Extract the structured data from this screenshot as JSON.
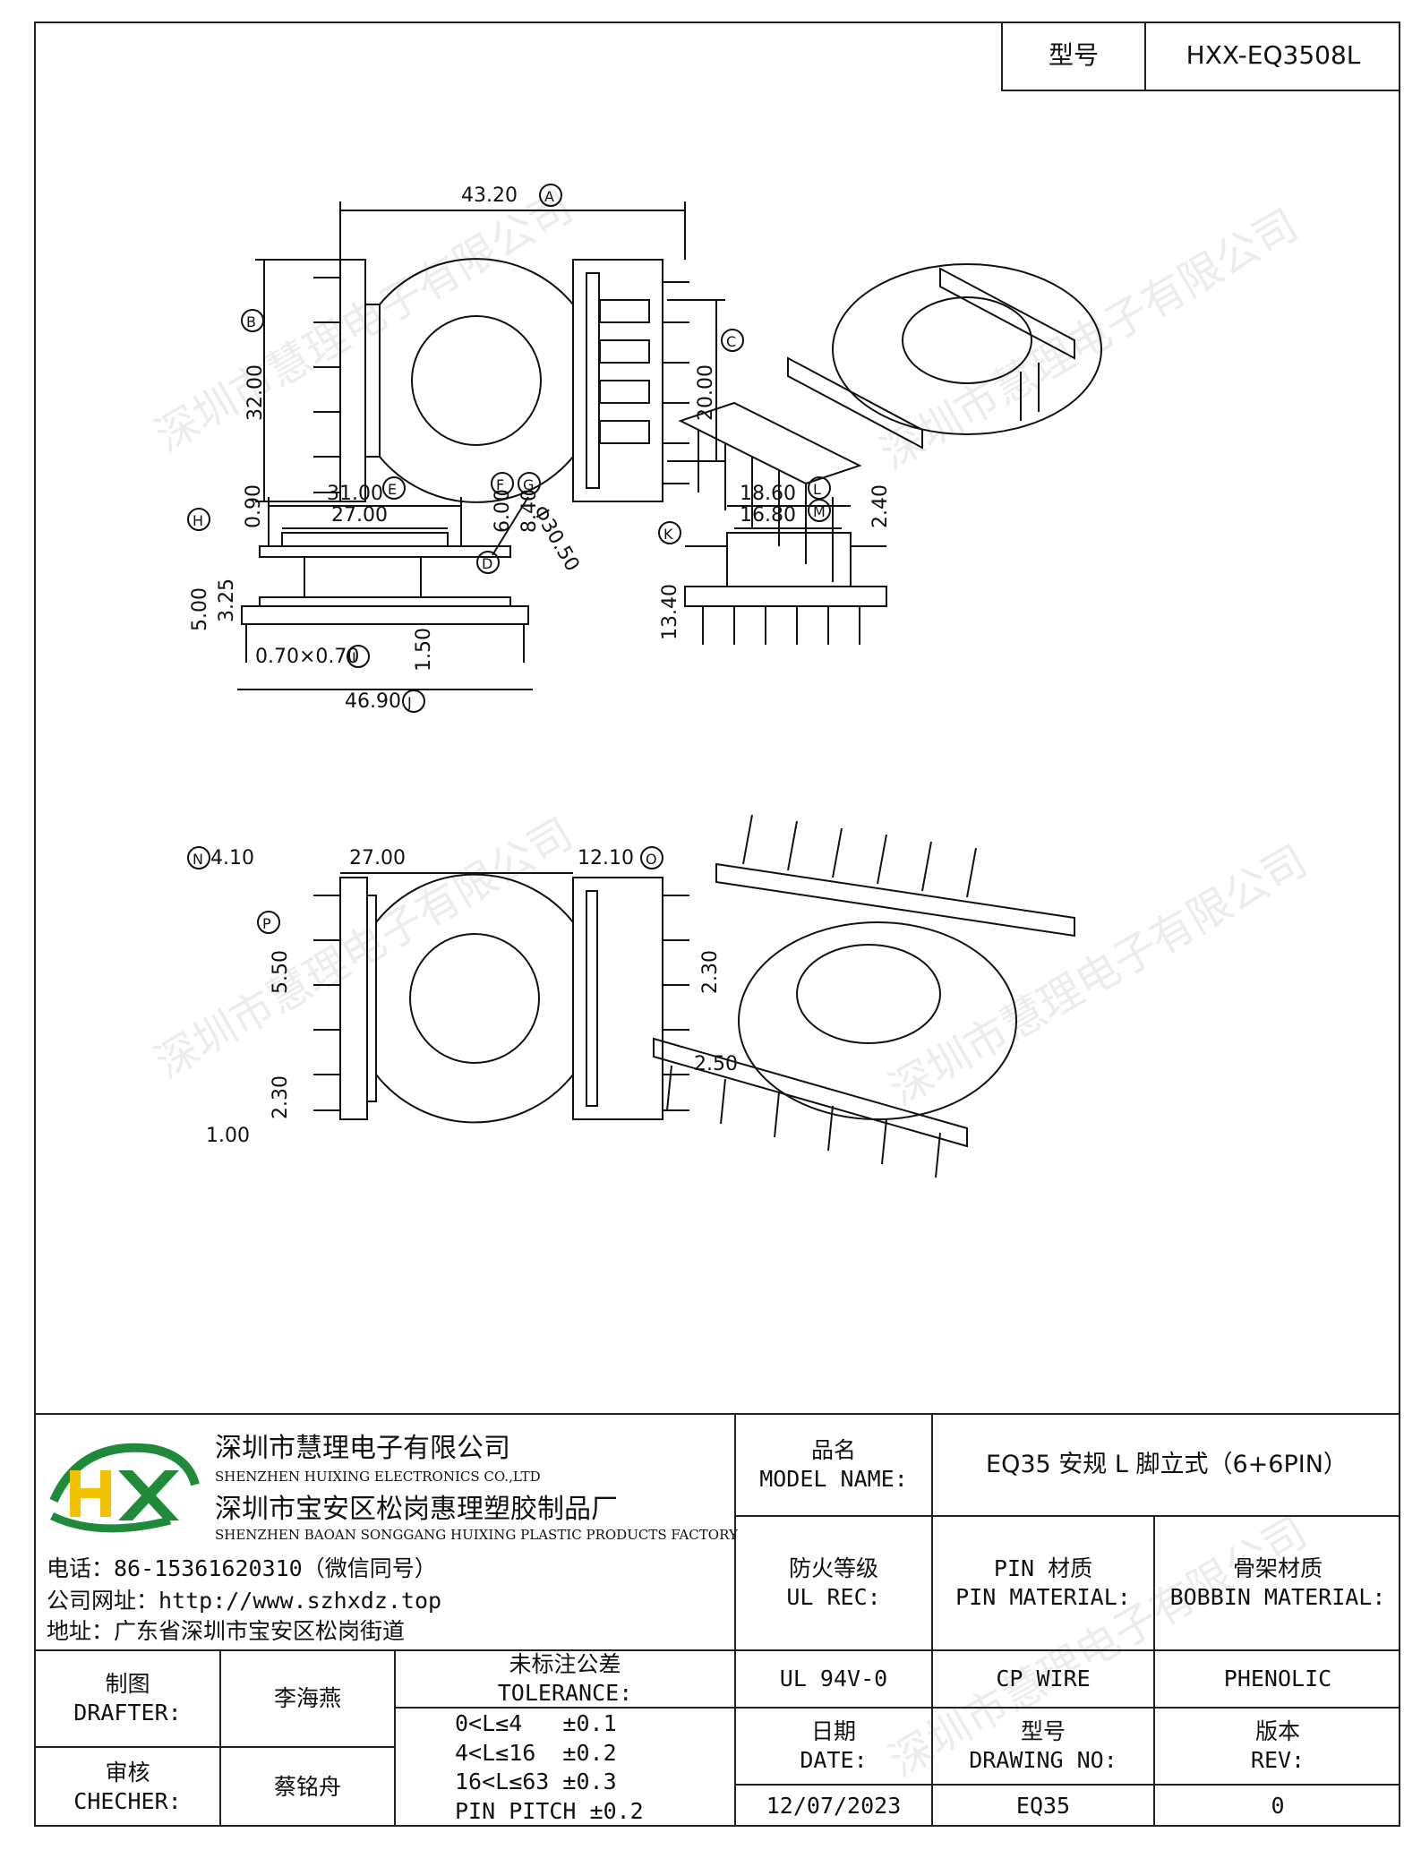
{
  "header": {
    "model_label": "型号",
    "model_value": "HXX-EQ3508L"
  },
  "dimensions": {
    "a": "43.20",
    "a_tag": "A",
    "b": "32.00",
    "b_tag": "B",
    "c": "20.00",
    "c_tag": "C",
    "d": "Φ30.50",
    "d_tag": "D",
    "e": "31.00",
    "e_tag": "E",
    "e_inner": "27.00",
    "f": "6.00",
    "f_tag": "F",
    "g": "8.40",
    "g_tag": "G",
    "h": "5.00",
    "h_tag": "H",
    "h_inner": "3.25",
    "top_gap": "0.90",
    "i": "0.70×0.70",
    "i_tag": "I",
    "i_height": "1.50",
    "j": "46.90",
    "j_tag": "J",
    "k": "13.40",
    "k_tag": "K",
    "l": "18.60",
    "l_tag": "L",
    "m": "16.80",
    "m_tag": "M",
    "side_top": "2.40",
    "n": "4.10",
    "n_tag": "N",
    "bottom_mid": "27.00",
    "o": "12.10",
    "o_tag": "O",
    "p": "5.50",
    "p_tag": "P",
    "pitch_right": "2.30",
    "pin_right": "2.50",
    "pitch_left": "2.30",
    "pin_left": "1.00"
  },
  "watermark": "深圳市慧理电子有限公司",
  "company": {
    "logo_letters": "HX",
    "name_cn": "深圳市慧理电子有限公司",
    "name_en": "SHENZHEN HUIXING ELECTRONICS CO.,LTD",
    "factory_cn": "深圳市宝安区松岗惠理塑胶制品厂",
    "factory_en": "SHENZHEN BAOAN SONGGANG HUIXING PLASTIC PRODUCTS FACTORY",
    "phone": "电话：86-15361620310（微信同号）",
    "website": "公司网址：http://www.szhxdz.top",
    "address": "地址：广东省深圳市宝安区松岗街道"
  },
  "title_block": {
    "model_name_cn": "品名",
    "model_name_en": "MODEL NAME:",
    "model_name_value": "EQ35 安规 L 脚立式（6+6PIN）",
    "ul_rec_cn": "防火等级",
    "ul_rec_en": "UL REC:",
    "pin_material_cn": "PIN 材质",
    "pin_material_en": "PIN MATERIAL:",
    "bobbin_material_cn": "骨架材质",
    "bobbin_material_en": "BOBBIN MATERIAL:",
    "ul_rec_value": "UL 94V-0",
    "pin_material_value": "CP WIRE",
    "bobbin_material_value": "PHENOLIC",
    "drafter_cn": "制图",
    "drafter_en": "DRAFTER:",
    "drafter_value": "李海燕",
    "checker_cn": "审核",
    "checker_en": "CHECHER:",
    "checker_value": "蔡铭舟",
    "tolerance_cn": "未标注公差",
    "tolerance_en": "TOLERANCE:",
    "tolerances": [
      "0<L≤4   ±0.1",
      "4<L≤16  ±0.2",
      "16<L≤63 ±0.3",
      "PIN PITCH ±0.2"
    ],
    "date_cn": "日期",
    "date_en": "DATE:",
    "date_value": "12/07/2023",
    "drawing_no_cn": "型号",
    "drawing_no_en": "DRAWING NO:",
    "drawing_no_value": "EQ35",
    "rev_cn": "版本",
    "rev_en": "REV:",
    "rev_value": "0"
  }
}
